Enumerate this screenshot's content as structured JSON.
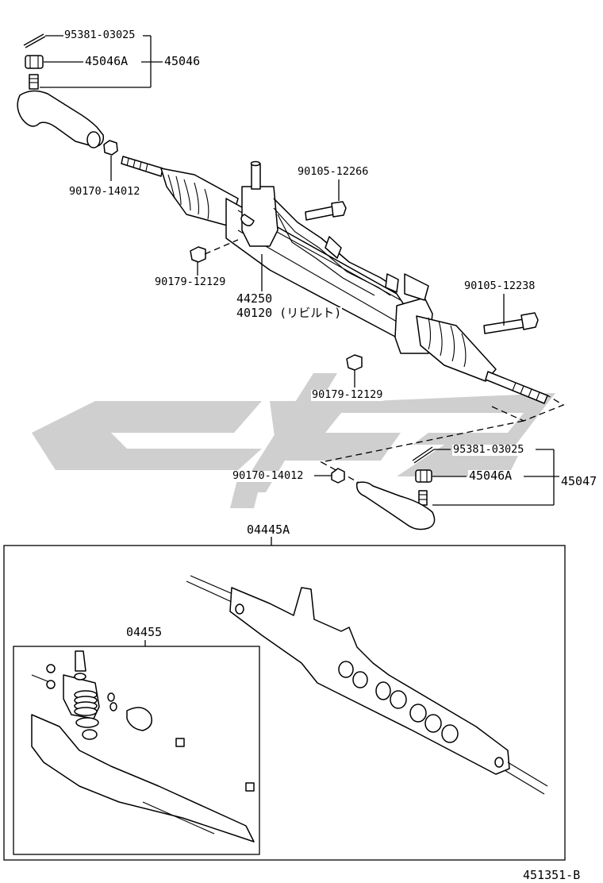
{
  "diagram": {
    "code": "451351-B",
    "labels": {
      "cotter_pin_upper": "95381-03025",
      "nut_upper": "45046A",
      "tie_rod_end_left": "45046",
      "lock_nut_upper": "90170-14012",
      "bolt_upper": "90105-12266",
      "bushing_left": "90179-12129",
      "gear_assy": "44250",
      "gear_assy_rebuilt": "40120 (リビルト)",
      "bolt_right": "90105-12238",
      "bushing_right": "90179-12129",
      "cotter_pin_lower": "95381-03025",
      "lock_nut_lower": "90170-14012",
      "nut_lower": "45046A",
      "tie_rod_end_right": "45047",
      "gasket_kit": "04445A",
      "seal_kit": "04455"
    }
  }
}
